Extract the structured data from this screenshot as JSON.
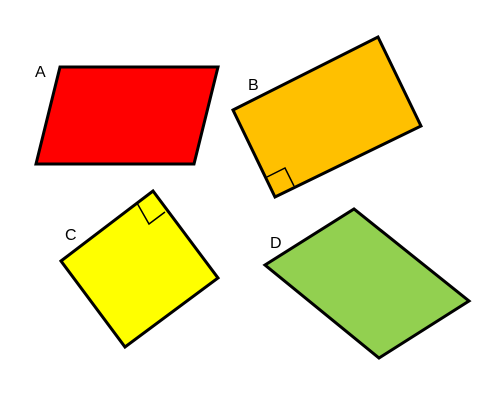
{
  "shapes": {
    "A": {
      "label": "A",
      "fill_color": "#ff0000",
      "kind": "parallelogram",
      "right_angle_marked": false
    },
    "B": {
      "label": "B",
      "fill_color": "#ffc000",
      "kind": "rectangle",
      "right_angle_marked": true
    },
    "C": {
      "label": "C",
      "fill_color": "#ffff00",
      "kind": "square",
      "right_angle_marked": true
    },
    "D": {
      "label": "D",
      "fill_color": "#92d050",
      "kind": "rhombus",
      "right_angle_marked": false
    }
  }
}
